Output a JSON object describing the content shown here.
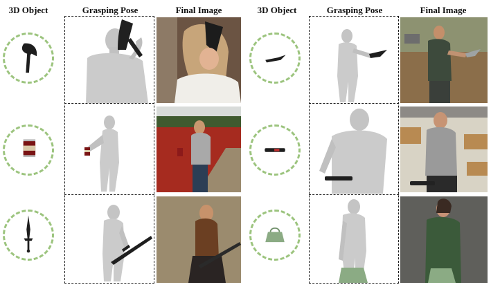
{
  "headers": {
    "left": {
      "object": "3D Object",
      "pose": "Grasping Pose",
      "image": "Final Image"
    },
    "right": {
      "object": "3D Object",
      "pose": "Grasping Pose",
      "image": "Final Image"
    }
  },
  "objects": [
    {
      "icon": "axe-icon"
    },
    {
      "icon": "soup-can-icon"
    },
    {
      "icon": "sword-icon"
    },
    {
      "icon": "knife-icon"
    },
    {
      "icon": "marker-pen-icon"
    },
    {
      "icon": "handbag-icon"
    }
  ],
  "colors": {
    "circle_dash": "#9cc47e",
    "pose_frame": "#1a1a1a",
    "mannequin": "#c9c9c9"
  }
}
